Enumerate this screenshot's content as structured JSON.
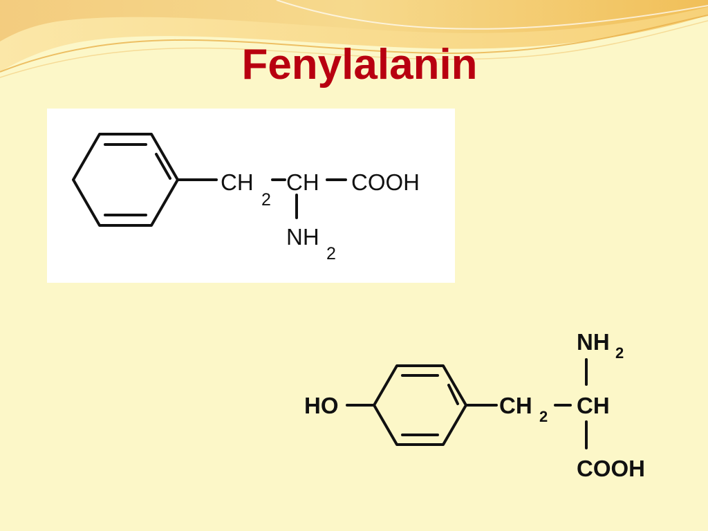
{
  "slide": {
    "title": "Fenylalanin"
  },
  "phenylalanine": {
    "ch2_main": "CH",
    "ch2_sub": "2",
    "ch": "CH",
    "cooh": "COOH",
    "nh2_main": "NH",
    "nh2_sub": "2"
  },
  "tyrosine": {
    "ho": "HO",
    "ch2_main": "CH",
    "ch2_sub": "2",
    "ch": "CH",
    "nh2_main": "NH",
    "nh2_sub": "2",
    "cooh": "COOH"
  },
  "colors": {
    "background": "#fcf7c8",
    "title": "#b80010",
    "swoosh": "#f0c060"
  }
}
